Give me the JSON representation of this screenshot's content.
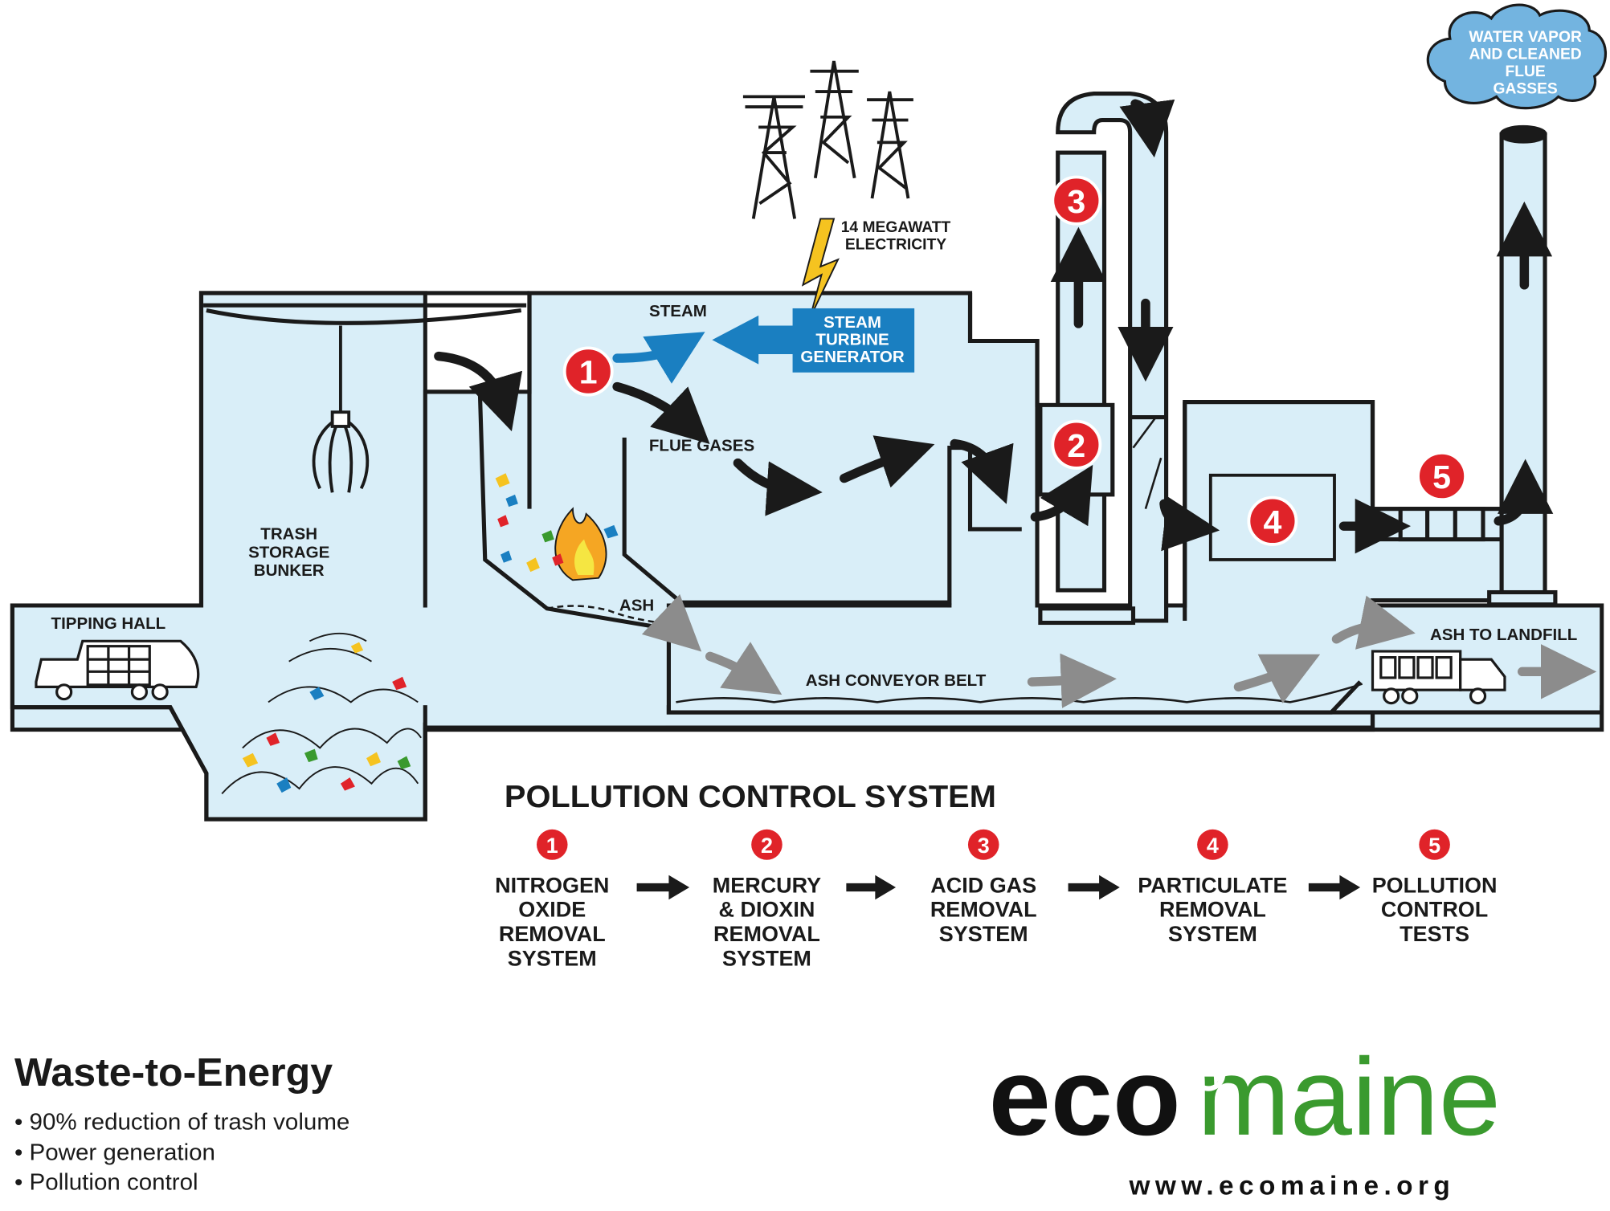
{
  "diagram": {
    "labels": {
      "tipping_hall": "TIPPING HALL",
      "bunker": [
        "TRASH",
        "STORAGE",
        "BUNKER"
      ],
      "steam": "STEAM",
      "flue_gases": "FLUE GASES",
      "turbine": [
        "STEAM",
        "TURBINE",
        "GENERATOR"
      ],
      "electricity": [
        "14 MEGAWATT",
        "ELECTRICITY"
      ],
      "ash": "ASH",
      "ash_conveyor": "ASH CONVEYOR BELT",
      "ash_landfill": "ASH TO LANDFILL",
      "cloud": [
        "WATER VAPOR",
        "AND CLEANED",
        "FLUE",
        "GASSES"
      ]
    },
    "markers": [
      "1",
      "2",
      "3",
      "4",
      "5"
    ]
  },
  "pollution_control": {
    "title": "POLLUTION CONTROL SYSTEM",
    "steps": [
      {
        "num": "1",
        "lines": [
          "NITROGEN",
          "OXIDE",
          "REMOVAL",
          "SYSTEM"
        ]
      },
      {
        "num": "2",
        "lines": [
          "MERCURY",
          "& DIOXIN",
          "REMOVAL",
          "SYSTEM"
        ]
      },
      {
        "num": "3",
        "lines": [
          "ACID GAS",
          "REMOVAL",
          "SYSTEM"
        ]
      },
      {
        "num": "4",
        "lines": [
          "PARTICULATE",
          "REMOVAL",
          "SYSTEM"
        ]
      },
      {
        "num": "5",
        "lines": [
          "POLLUTION",
          "CONTROL",
          "TESTS"
        ]
      }
    ]
  },
  "footer": {
    "title": "Waste-to-Energy",
    "bullets": [
      "• 90% reduction of trash volume",
      "• Power generation",
      "• Pollution control"
    ],
    "logo_eco": "eco",
    "logo_maine": "maine",
    "url": "www.ecomaine.org"
  },
  "colors": {
    "building": "#d9eef8",
    "outline": "#1a1a1a",
    "marker_red": "#e02329",
    "turbine_blue": "#1a7fc1",
    "cloud_blue": "#73b4e0",
    "logo_green": "#3a9a2e",
    "bolt_yellow": "#f5c320"
  }
}
